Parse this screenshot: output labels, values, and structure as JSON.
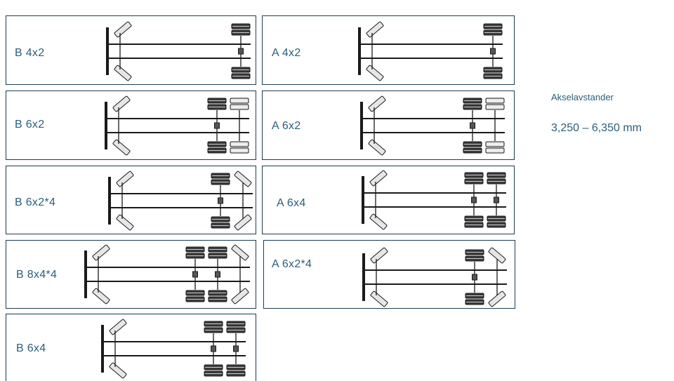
{
  "configs": [
    {
      "label": "B 4x2",
      "axles": [
        "D"
      ]
    },
    {
      "label": "A 4x2",
      "axles": [
        "D"
      ]
    },
    {
      "label": "B 6x2",
      "axles": [
        "D",
        "T"
      ]
    },
    {
      "label": "A 6x2",
      "axles": [
        "D",
        "T"
      ]
    },
    {
      "label": "B 6x2*4",
      "axles": [
        "D",
        "S"
      ]
    },
    {
      "label": "A 6x4",
      "axles": [
        "D",
        "D"
      ]
    },
    {
      "label": "B 8x4*4",
      "axles": [
        "D",
        "D",
        "S"
      ]
    },
    {
      "label": "A 6x2*4",
      "axles": [
        "D",
        "S"
      ]
    },
    {
      "label": "B 6x4",
      "axles": [
        "D",
        "D"
      ]
    }
  ],
  "axle_legend": {
    "front": "front-steer-axle-icon",
    "D": "driven-dual-wheel-axle-icon",
    "T": "non-driven-tag-axle-icon",
    "S": "steered-rear-axle-icon"
  },
  "info": {
    "title": "Akselavstander",
    "value": "3,250 – 6,350 mm"
  },
  "colors": {
    "border": "#1f3d4f",
    "text": "#2c5d7a",
    "frame": "#1a1a1a",
    "driven_wheel": "#3a3a3a",
    "light_wheel": "#e6e6e6"
  }
}
